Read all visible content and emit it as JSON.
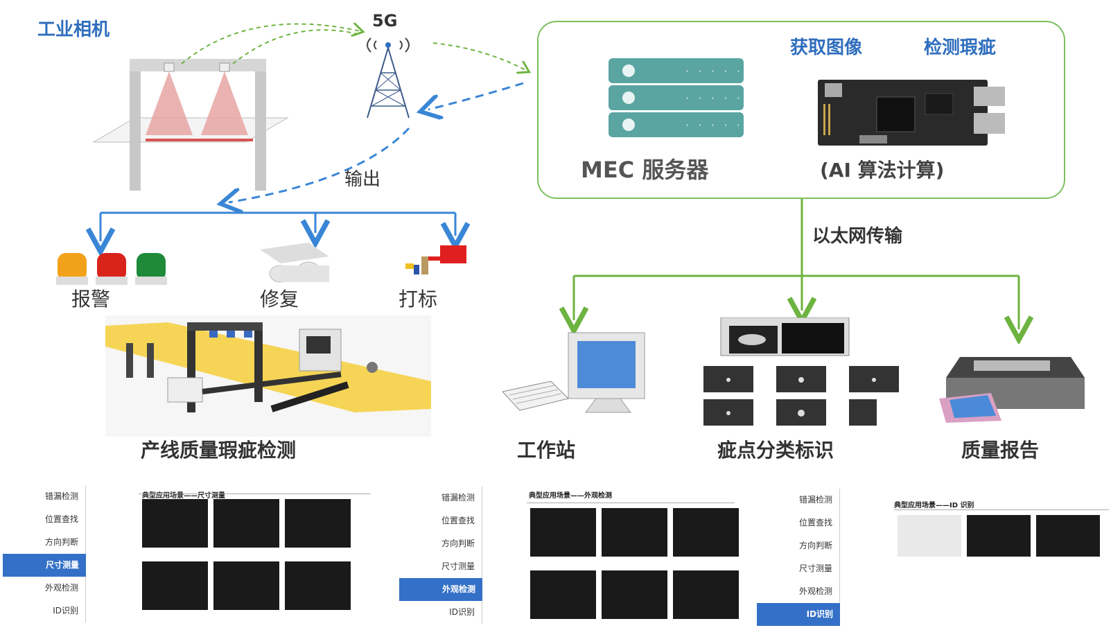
{
  "labels": {
    "camera": "工业相机",
    "fiveg": "5G",
    "output": "输出",
    "acquire": "获取图像",
    "detect": "检测瑕疵",
    "mec": "MEC 服务器",
    "ai": "(AI 算法计算)",
    "ethernet": "以太网传输",
    "alarm": "报警",
    "repair": "修复",
    "mark": "打标",
    "line": "产线质量瑕疵检测",
    "workstation": "工作站",
    "classify": "疵点分类标识",
    "report": "质量报告"
  },
  "panels": [
    {
      "menu": [
        "错漏检测",
        "位置查找",
        "方向判断",
        "尺寸测量",
        "外观检测",
        "ID识别"
      ],
      "active": 3,
      "title": "典型应用场景——尺寸测量"
    },
    {
      "menu": [
        "错漏检测",
        "位置查找",
        "方向判断",
        "尺寸测量",
        "外观检测",
        "ID识别"
      ],
      "active": 4,
      "title": "典型应用场景——外观检测"
    },
    {
      "menu": [
        "错漏检测",
        "位置查找",
        "方向判断",
        "尺寸测量",
        "外观检测",
        "ID识别"
      ],
      "active": 5,
      "title": "典型应用场景——ID 识别"
    }
  ],
  "colors": {
    "title_blue": "#2f6ebd",
    "arrow_blue": "#3a86d6",
    "arrow_green": "#6db33f",
    "box_green": "#7cbf5e",
    "server_teal": "#5aa5a2",
    "menu_active": "#3470c7"
  }
}
